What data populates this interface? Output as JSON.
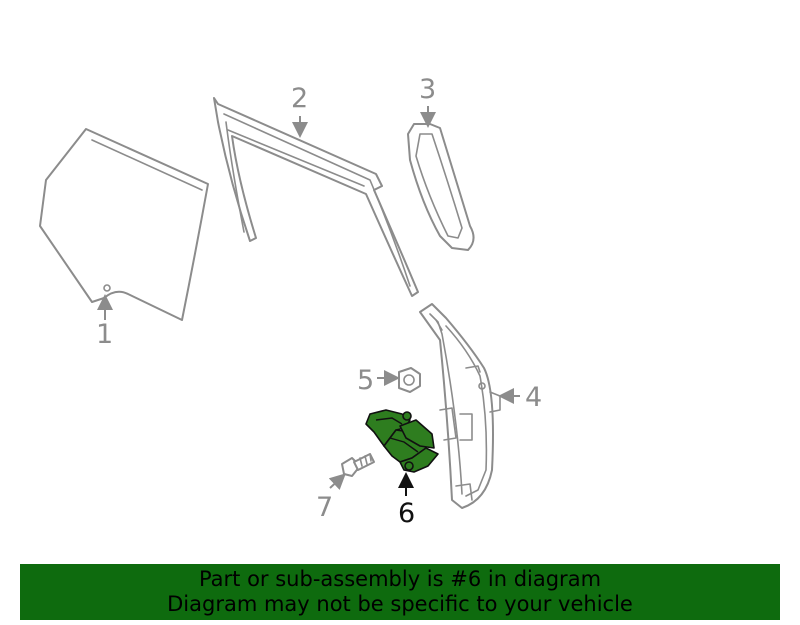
{
  "callouts": {
    "c1": "1",
    "c2": "2",
    "c3": "3",
    "c4": "4",
    "c5": "5",
    "c6": "6",
    "c7": "7"
  },
  "highlight_color": "#2e7d1f",
  "banner": {
    "line1": "Part or sub-assembly is #6 in diagram",
    "line2": "Diagram may not be specific to your vehicle",
    "color": "#0e6b0e"
  }
}
